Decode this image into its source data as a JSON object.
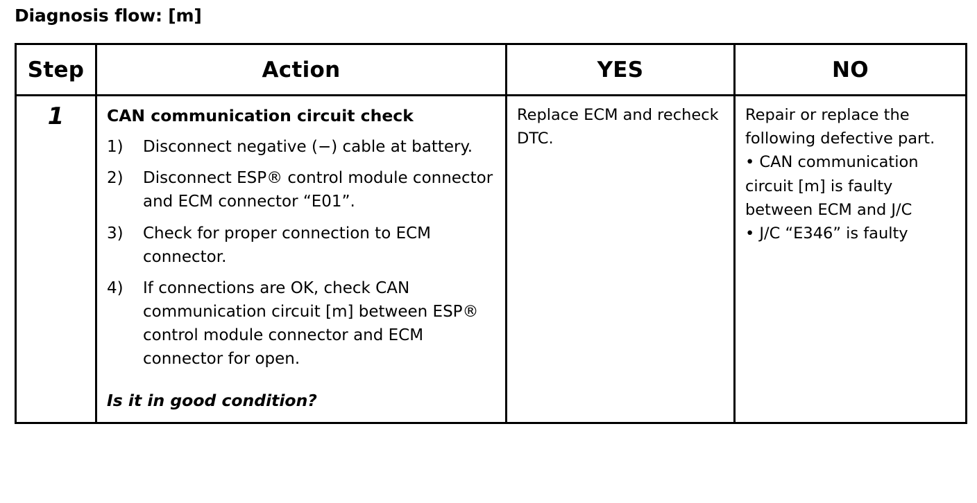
{
  "document": {
    "title": "Diagnosis flow: [m]"
  },
  "table": {
    "headers": {
      "step": "Step",
      "action": "Action",
      "yes": "YES",
      "no": "NO"
    },
    "rows": [
      {
        "step": "1",
        "action": {
          "heading": "CAN communication circuit check",
          "items": [
            {
              "marker": "1)",
              "text": "Disconnect negative (−) cable at battery."
            },
            {
              "marker": "2)",
              "text": "Disconnect ESP® control module connector and ECM connector “E01”."
            },
            {
              "marker": "3)",
              "text": "Check for proper connection to ECM connector."
            },
            {
              "marker": "4)",
              "text": "If connections are OK, check CAN communication circuit [m] between ESP® control module connector and ECM connector for open."
            }
          ],
          "question": "Is it in good condition?"
        },
        "yes": {
          "text": "Replace ECM and recheck DTC."
        },
        "no": {
          "intro": "Repair or replace the following defective part.",
          "bullets": [
            "• CAN communication circuit [m] is faulty between ECM and J/C",
            "• J/C “E346” is faulty"
          ]
        }
      }
    ]
  },
  "colors": {
    "ink": "#000000",
    "paper": "#ffffff"
  }
}
